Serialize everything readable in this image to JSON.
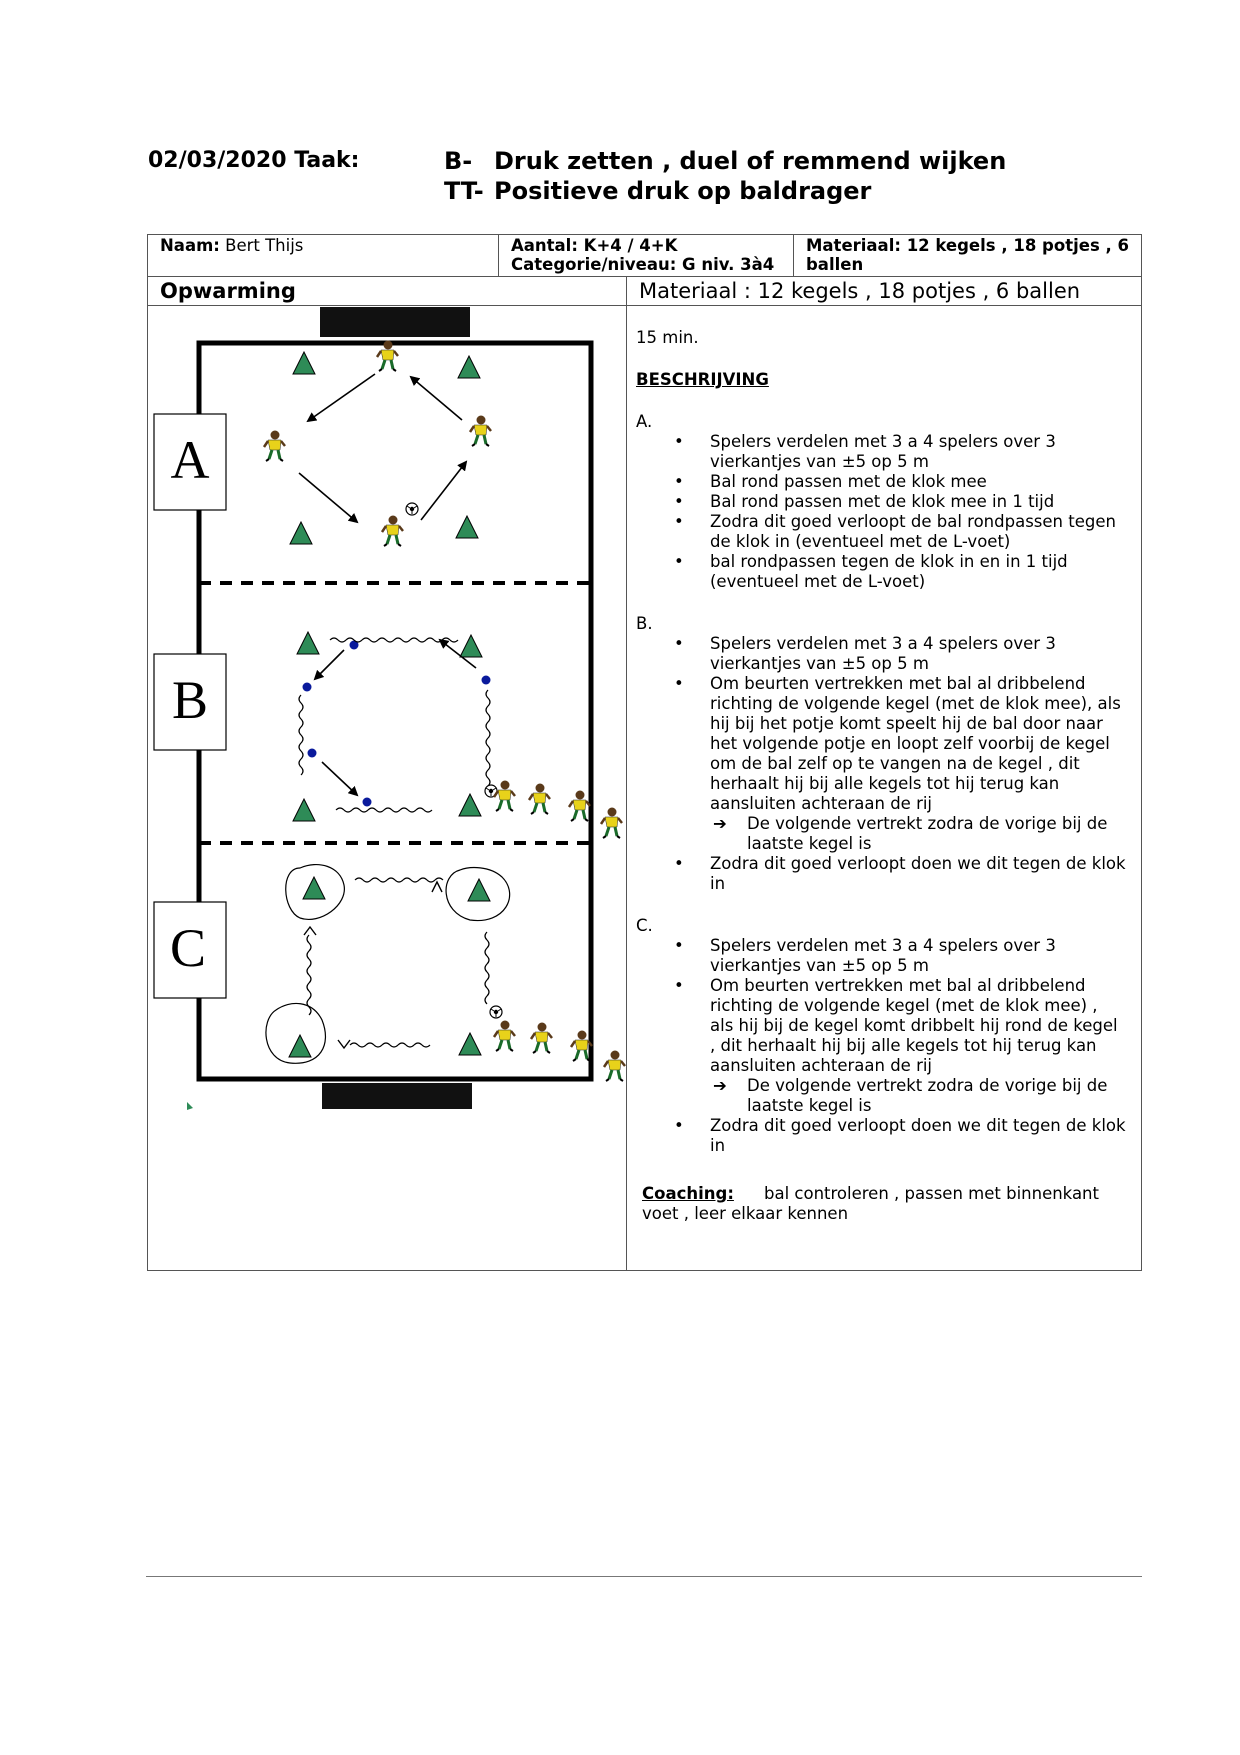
{
  "header": {
    "date_task": "02/03/2020 Taak:",
    "task_line1_prefix": "B-",
    "task_line1": "Druk zetten , duel of remmend wijken",
    "task_line2_prefix": "TT-",
    "task_line2": "Positieve druk op baldrager"
  },
  "info": {
    "name_label": "Naam:",
    "name_value": "Bert Thijs",
    "aantal": "Aantal: K+4 / 4+K",
    "categorie": "Categorie/niveau: G niv. 3à4",
    "materiaal_line1": "Materiaal: 12 kegels , 18 potjes , 6",
    "materiaal_line2": "ballen"
  },
  "section": {
    "title": "Opwarming",
    "materiaal": "Materiaal : 12 kegels , 18 potjes , 6 ballen"
  },
  "diagram": {
    "labels": [
      "A",
      "B",
      "C"
    ],
    "colors": {
      "cone": "#2e8b57",
      "dot": "#0a1a9c",
      "player": "#e8d21a",
      "line": "#000000"
    }
  },
  "description": {
    "duration": "15 min.",
    "heading": "BESCHRIJVING",
    "sections": [
      {
        "label": "A.",
        "items": [
          {
            "text": [
              "Spelers verdelen met 3 a 4 spelers over 3",
              "vierkantjes van ±5 op 5 m"
            ]
          },
          {
            "text": [
              "Bal rond passen met de klok mee"
            ]
          },
          {
            "text": [
              "Bal rond passen met de klok mee in 1 tijd"
            ]
          },
          {
            "text": [
              "Zodra dit goed verloopt de bal rondpassen tegen",
              "de klok in (eventueel met de L-voet)"
            ]
          },
          {
            "text": [
              "bal rondpassen tegen de klok in en in 1 tijd",
              "(eventueel met de L-voet)"
            ]
          }
        ]
      },
      {
        "label": "B.",
        "items": [
          {
            "text": [
              "Spelers verdelen met 3 a 4 spelers over 3",
              "vierkantjes van ±5 op 5 m"
            ]
          },
          {
            "text": [
              "Om beurten vertrekken met bal al dribbelend",
              "richting de volgende kegel (met de klok mee), als",
              "hij bij het potje komt speelt hij de bal door naar",
              "het volgende potje en loopt zelf voorbij de kegel",
              "om de bal zelf op te vangen na de kegel , dit",
              "herhaalt hij bij alle kegels tot hij terug kan",
              "aansluiten achteraan de rij"
            ]
          },
          {
            "sub": true,
            "text": [
              "De volgende vertrekt zodra de vorige bij de",
              "laatste kegel is"
            ]
          },
          {
            "text": [
              "Zodra dit goed verloopt doen we dit tegen de klok",
              "in"
            ]
          }
        ]
      },
      {
        "label": "C.",
        "items": [
          {
            "text": [
              "Spelers verdelen met 3 a 4 spelers over 3",
              "vierkantjes van ±5 op 5 m"
            ]
          },
          {
            "text": [
              "Om beurten vertrekken met bal al dribbelend",
              "richting de volgende kegel (met de klok mee) ,",
              "als hij bij de kegel komt dribbelt hij rond de kegel",
              ", dit herhaalt hij bij alle kegels tot hij terug kan",
              "aansluiten achteraan de rij"
            ]
          },
          {
            "sub": true,
            "text": [
              "De volgende vertrekt zodra de vorige bij de",
              "laatste kegel is"
            ]
          },
          {
            "text": [
              "Zodra dit goed verloopt doen we dit tegen de klok",
              "in"
            ]
          }
        ]
      }
    ],
    "coaching_label": "Coaching:",
    "coaching_line1": "bal controleren , passen met binnenkant",
    "coaching_line2": "voet , leer elkaar kennen"
  }
}
